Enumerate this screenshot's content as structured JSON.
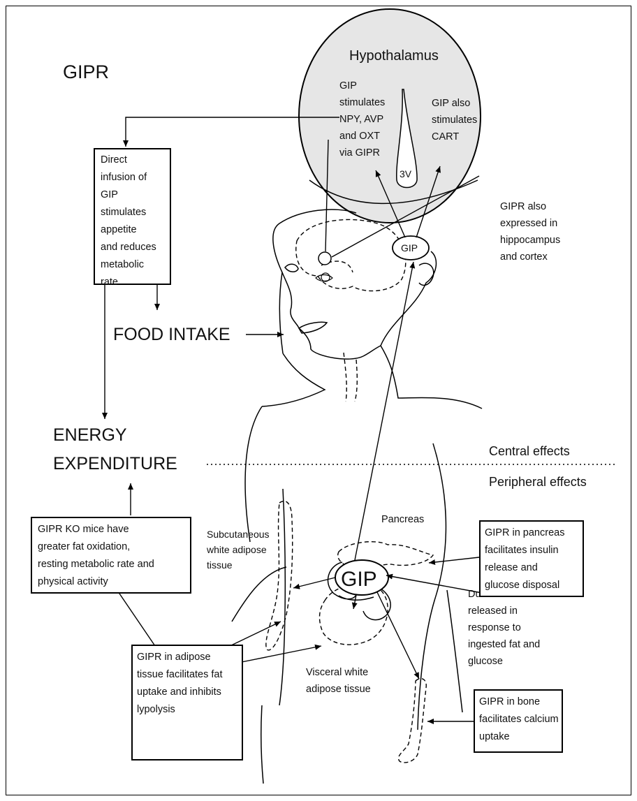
{
  "title": "GIPR",
  "hypothalamus": {
    "title": "Hypothalamus",
    "left_text": [
      "GIP",
      "stimulates",
      "NPY, AVP",
      "and  OXT",
      "via GIPR"
    ],
    "right_text": [
      "GIP also",
      "stimulates",
      "CART"
    ],
    "ventricle_label": "3V"
  },
  "boxes": {
    "direct_infusion": [
      "Direct",
      "infusion of",
      "GIP",
      "stimulates",
      "appetite",
      "and reduces",
      "metabolic",
      "rate"
    ],
    "gipr_ko": [
      "GIPR KO mice have",
      "greater fat oxidation,",
      "resting metabolic rate and",
      "physical activity"
    ],
    "pancreas_box": [
      "GIPR in pancreas",
      "facilitates insulin",
      "release and",
      "glucose disposal"
    ],
    "adipose_box": [
      "GIPR in adipose",
      "tissue facilitates fat",
      "uptake and inhibits",
      "lypolysis"
    ],
    "bone_box": [
      "GIPR in bone",
      "facilitates calcium",
      "uptake"
    ]
  },
  "labels": {
    "food_intake": "FOOD INTAKE",
    "energy_1": "ENERGY",
    "energy_2": "EXPENDITURE",
    "central": "Central effects",
    "peripheral": "Peripheral effects",
    "gip_small": "GIP",
    "gip_big": "GIP",
    "pancreas": "Pancreas",
    "hippocampus": [
      "GIPR also",
      "expressed in",
      "hippocampus",
      "and cortex"
    ],
    "subcutaneous": [
      "Subcutaneous",
      "white adipose",
      "tissue"
    ],
    "duodenum": [
      "Duodenum: GIP is",
      "released in",
      "response to",
      "ingested fat and",
      "glucose"
    ],
    "visceral": [
      "Visceral white",
      "adipose tissue"
    ]
  }
}
